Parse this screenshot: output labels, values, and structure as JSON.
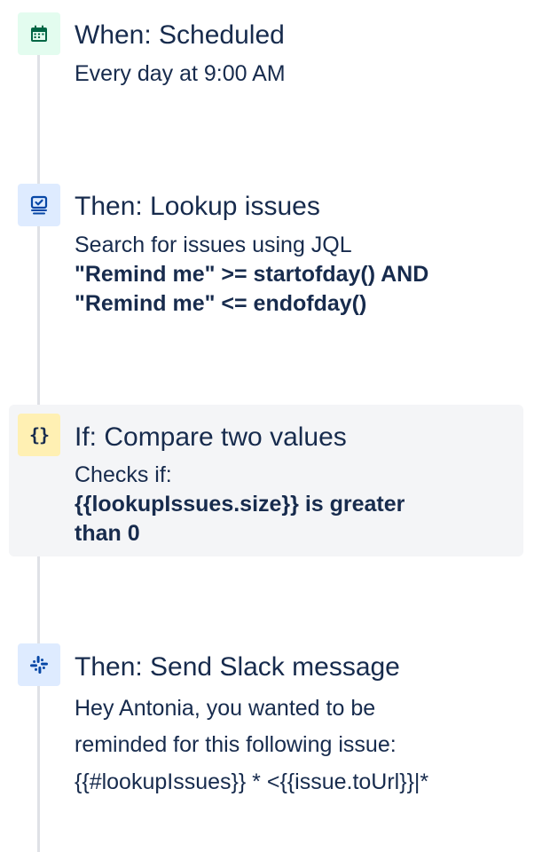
{
  "steps": [
    {
      "icon": "calendar-icon",
      "title": "When: Scheduled",
      "description": "Every day at 9:00 AM"
    },
    {
      "icon": "lookup-issues-icon",
      "title": "Then: Lookup issues",
      "description": "Search for issues using JQL",
      "detail_lines": [
        "\"Remind me\" >= startofday() AND",
        "\"Remind me\" <= endofday()"
      ]
    },
    {
      "icon": "braces-icon",
      "icon_glyph": "{}",
      "title": "If: Compare two values",
      "description": "Checks if:",
      "detail_lines": [
        "{{lookupIssues.size}} is greater",
        "than 0"
      ]
    },
    {
      "icon": "slack-icon",
      "title": "Then: Send Slack message",
      "message_lines": [
        "Hey Antonia, you wanted to be",
        "reminded for this following issue:",
        "{{#lookupIssues}} * <{{issue.toUrl}}|*"
      ]
    }
  ],
  "colors": {
    "text": "#172b4d",
    "timeline": "#dfe1e6",
    "trigger_icon_bg": "#e3fcef",
    "trigger_icon_fg": "#006644",
    "action_icon_bg": "#deebff",
    "action_icon_fg": "#0747a6",
    "condition_icon_bg": "#fff0b3",
    "condition_highlight_bg": "#f4f5f7"
  }
}
